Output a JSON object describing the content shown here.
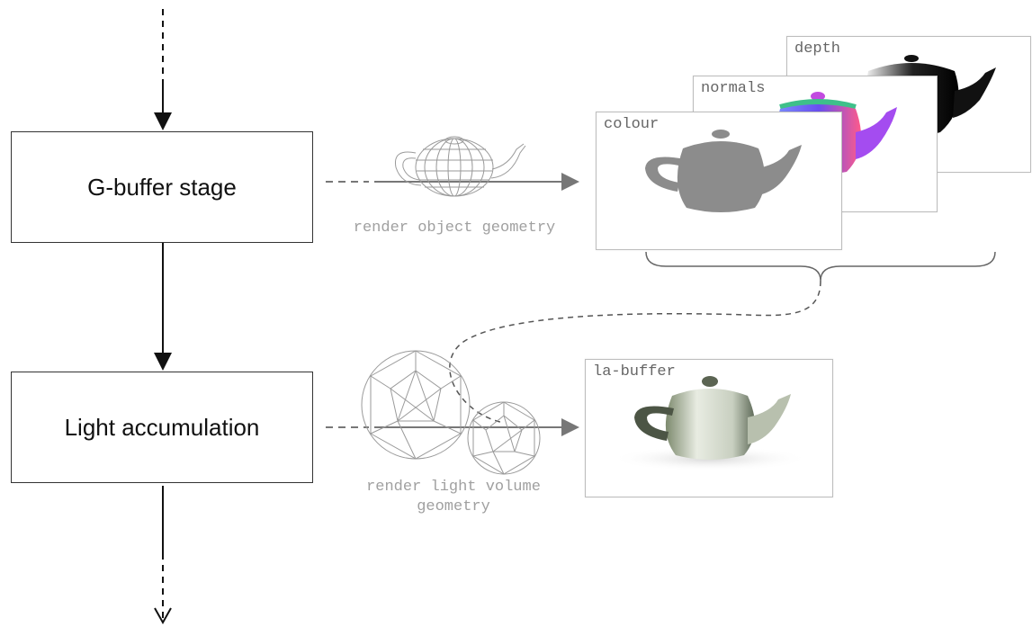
{
  "stages": {
    "gbuffer": "G-buffer stage",
    "light_accumulation": "Light accumulation"
  },
  "annotations": {
    "render_object": "render object geometry",
    "render_light_line1": "render light volume",
    "render_light_line2": "geometry"
  },
  "buffers": {
    "depth": "depth",
    "normals": "normals",
    "colour": "colour",
    "la_buffer": "la-buffer"
  },
  "colors": {
    "flow_arrow": "#111111",
    "render_arrow": "#777777",
    "wireframe": "#9a9a9a",
    "label_gray": "#a0a0a0",
    "colour_buffer_fill": "#8c8c8c"
  }
}
